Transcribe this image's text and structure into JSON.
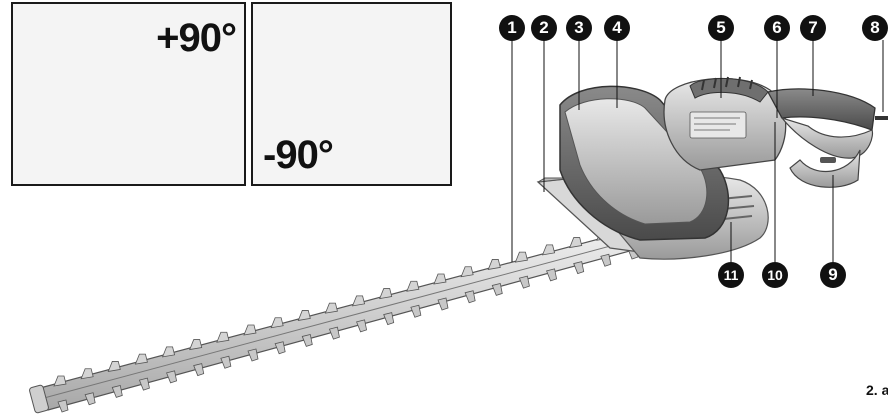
{
  "insets": {
    "left": {
      "angle": "+90°"
    },
    "right": {
      "angle": "-90°"
    }
  },
  "callouts": [
    "1",
    "2",
    "3",
    "4",
    "5",
    "6",
    "7",
    "8",
    "9",
    "10",
    "11"
  ],
  "caption": "2. a"
}
